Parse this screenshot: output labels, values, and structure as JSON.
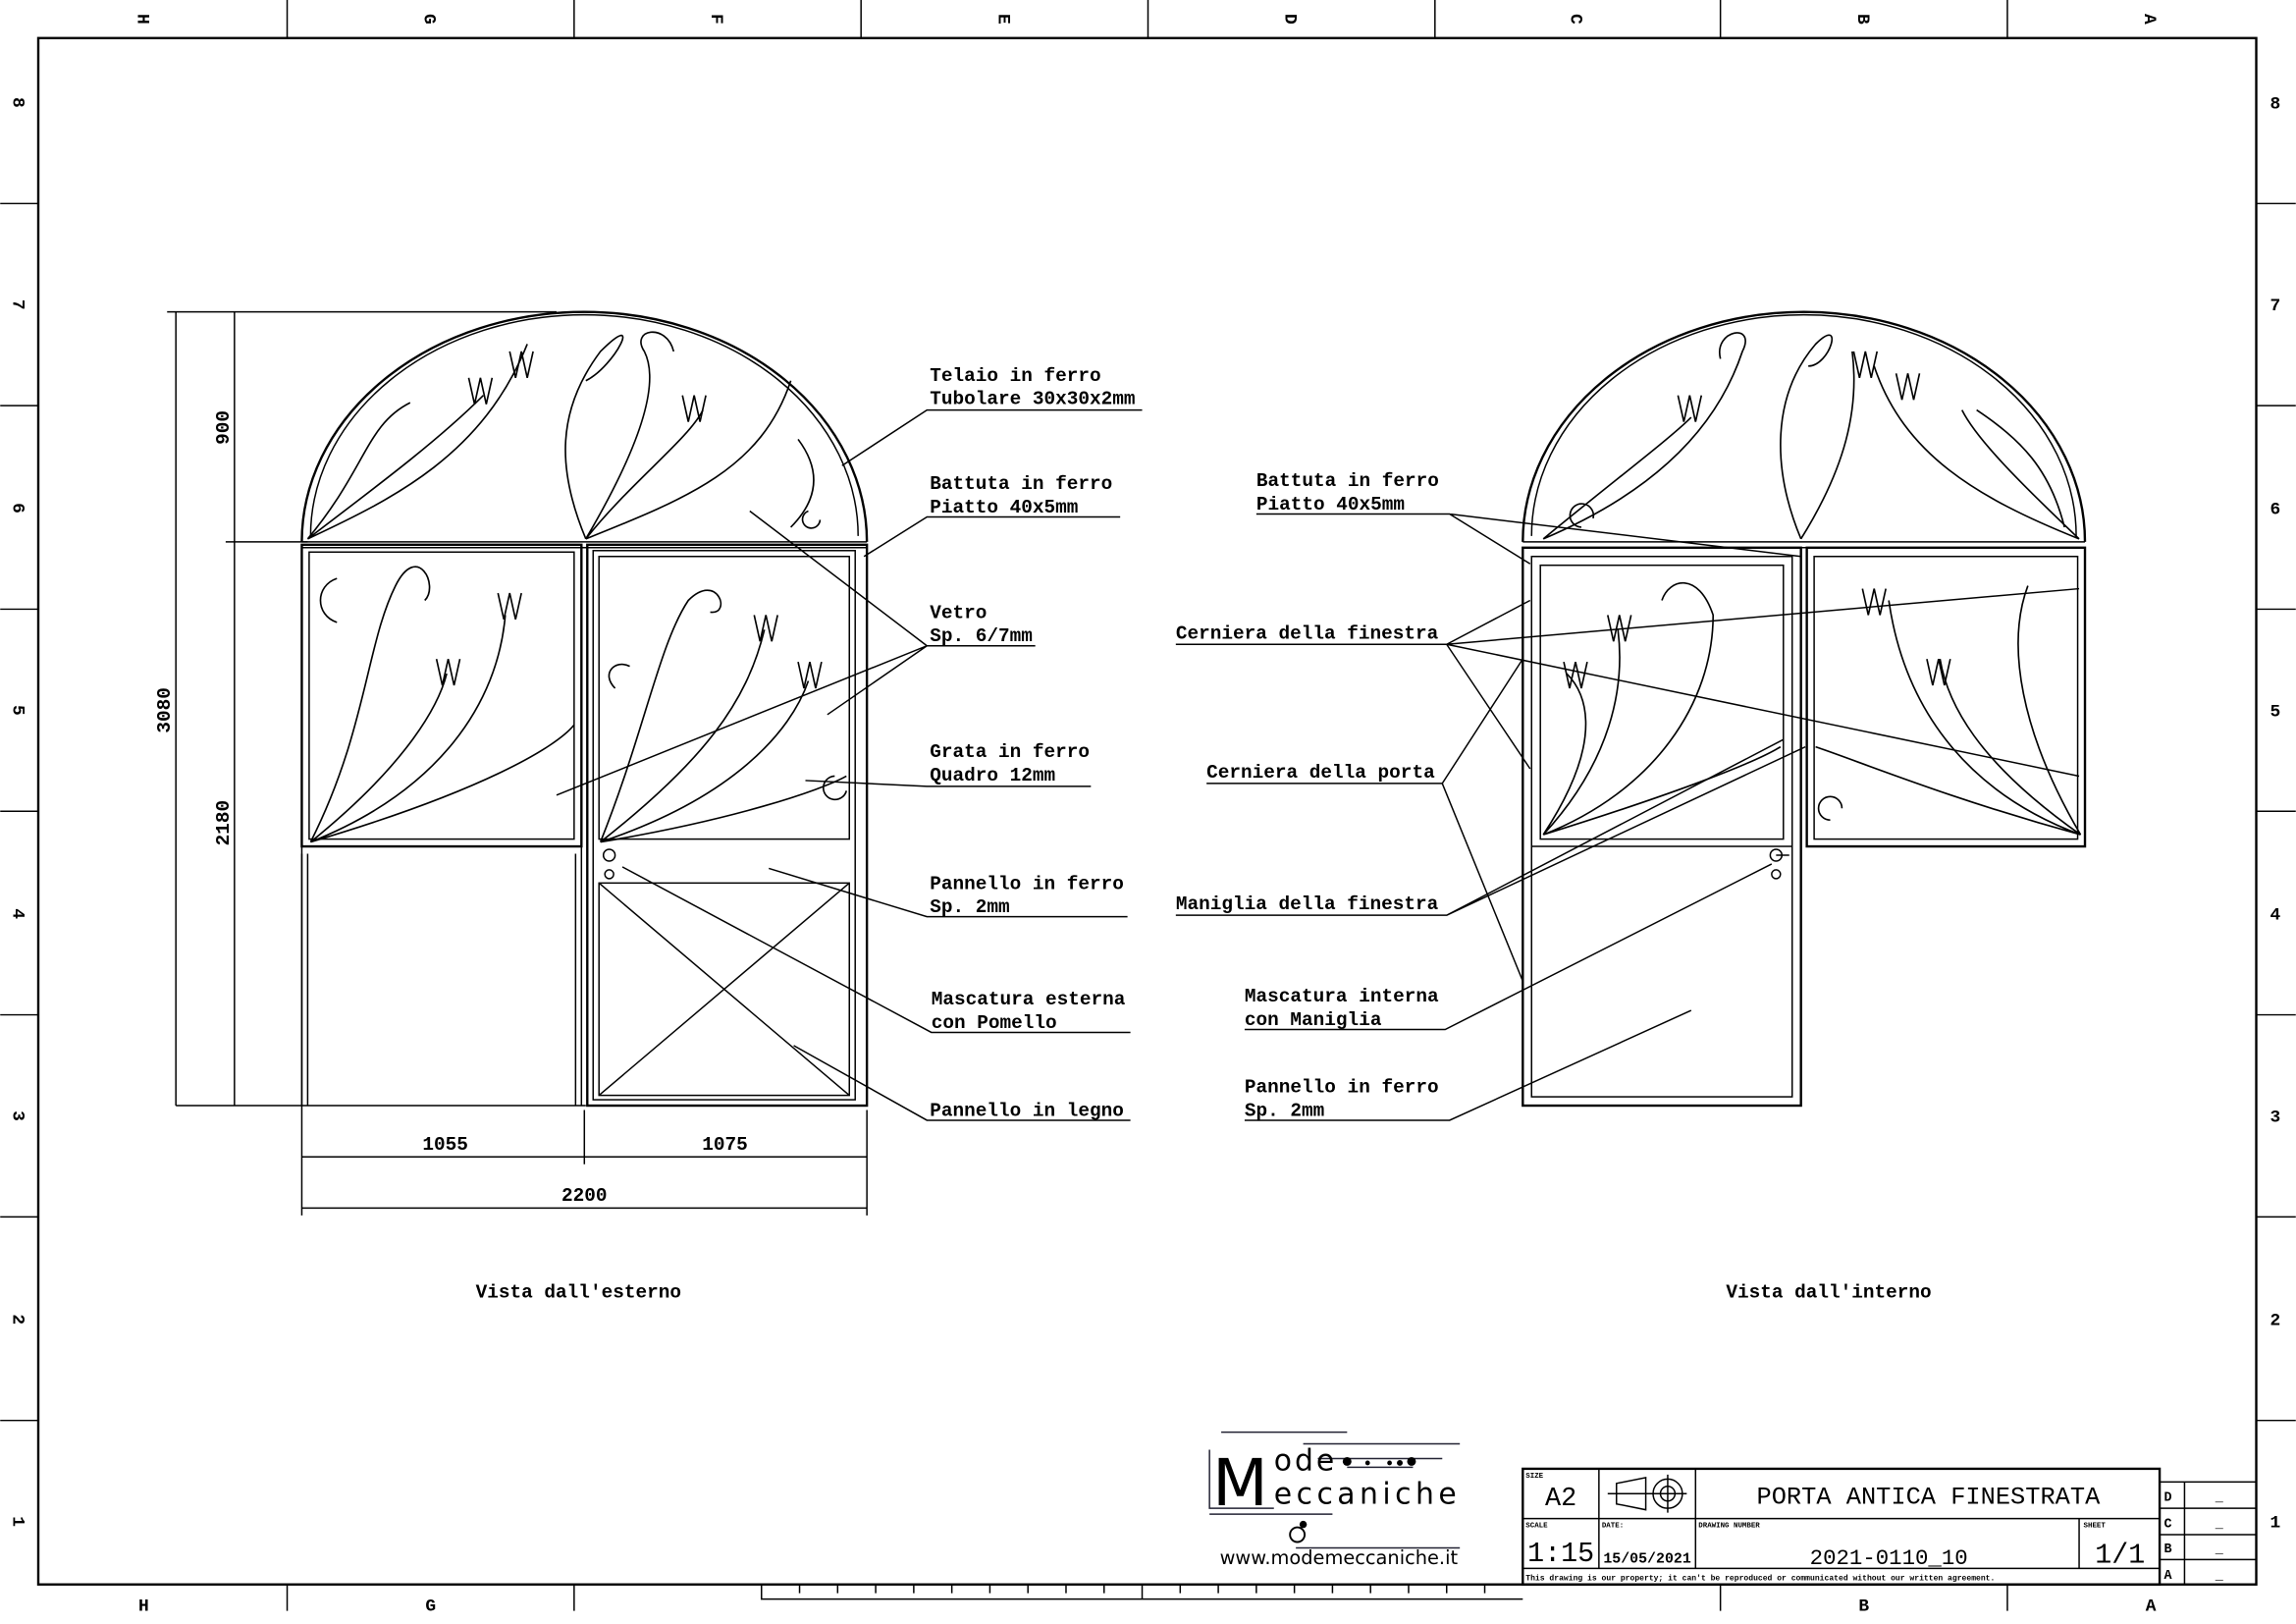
{
  "border": {
    "columns": [
      "H",
      "G",
      "F",
      "E",
      "D",
      "C",
      "B",
      "A"
    ],
    "rows": [
      "8",
      "7",
      "6",
      "5",
      "4",
      "3",
      "2",
      "1"
    ]
  },
  "exterior_view": {
    "caption": "Vista dall'esterno",
    "dimensions": {
      "total_height": "3080",
      "arch_height": "900",
      "door_height": "2180",
      "left_width": "1055",
      "right_width": "1075",
      "total_width": "2200"
    },
    "labels": [
      {
        "line1": "Telaio in ferro",
        "line2": "Tubolare 30x30x2mm"
      },
      {
        "line1": "Battuta in ferro",
        "line2": "Piatto 40x5mm"
      },
      {
        "line1": "Vetro",
        "line2": "Sp. 6/7mm"
      },
      {
        "line1": "Grata in ferro",
        "line2": "Quadro 12mm"
      },
      {
        "line1": "Pannello in ferro",
        "line2": "Sp. 2mm"
      },
      {
        "line1": "Mascatura esterna",
        "line2": "con Pomello"
      },
      {
        "line1": "Pannello in legno"
      }
    ]
  },
  "interior_view": {
    "caption": "Vista dall'interno",
    "labels": [
      {
        "line1": "Battuta in ferro",
        "line2": "Piatto 40x5mm"
      },
      {
        "line1": "Cerniera della finestra"
      },
      {
        "line1": "Cerniera della porta"
      },
      {
        "line1": "Maniglia della finestra"
      },
      {
        "line1": "Mascatura interna",
        "line2": "con Maniglia"
      },
      {
        "line1": "Pannello in ferro",
        "line2": "Sp. 2mm"
      }
    ]
  },
  "logo": {
    "top": "ode",
    "initial": "M",
    "bottom": "eccaniche",
    "website": "www.modemeccaniche.it"
  },
  "title_block": {
    "size_label": "SIZE",
    "size": "A2",
    "title": "PORTA ANTICA FINESTRATA",
    "scale_label": "SCALE",
    "scale": "1:15",
    "date_label": "DATE:",
    "date": "15/05/2021",
    "drawing_number_label": "DRAWING NUMBER",
    "drawing_number": "2021-0110_10",
    "sheet_label": "SHEET",
    "sheet": "1/1",
    "disclaimer": "This drawing is our property; it can't be reproduced or communicated without our written agreement.",
    "revisions": [
      {
        "letter": "D",
        "value": "_"
      },
      {
        "letter": "C",
        "value": "_"
      },
      {
        "letter": "B",
        "value": "_"
      },
      {
        "letter": "A",
        "value": "_"
      }
    ]
  }
}
